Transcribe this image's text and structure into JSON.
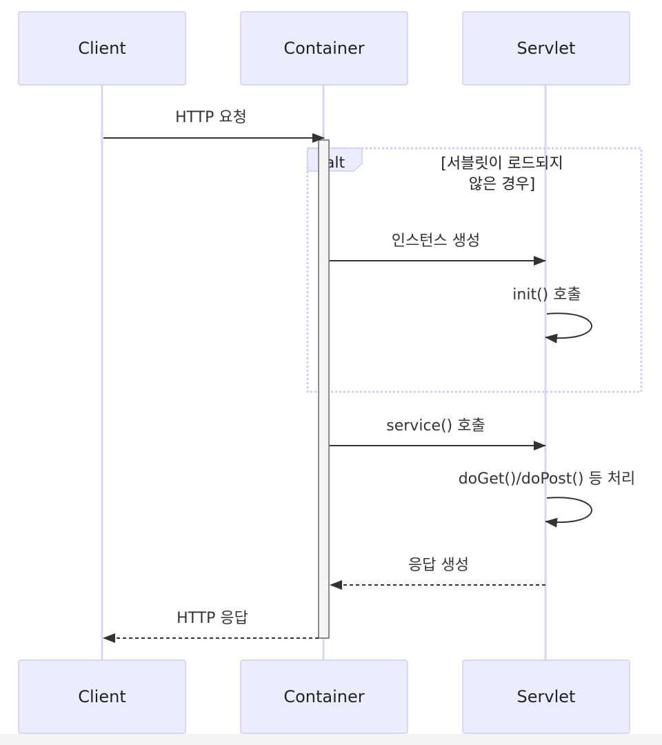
{
  "participants": {
    "client": "Client",
    "container": "Container",
    "servlet": "Servlet"
  },
  "messages": {
    "http_request": "HTTP 요청",
    "create_instance": "인스턴스 생성",
    "init_call": "init() 호출",
    "service_call": "service() 호출",
    "do_handle": "doGet()/doPost() 등 처리",
    "create_response": "응답 생성",
    "http_response": "HTTP 응답"
  },
  "alt": {
    "label": "alt",
    "condition_line1": "[서블릿이 로드되지",
    "condition_line2": "않은 경우]"
  },
  "colors": {
    "actor_fill": "#ececff",
    "actor_border": "#cfcdf0",
    "lifeline": "#d9d3f4",
    "arrow": "#333333"
  }
}
